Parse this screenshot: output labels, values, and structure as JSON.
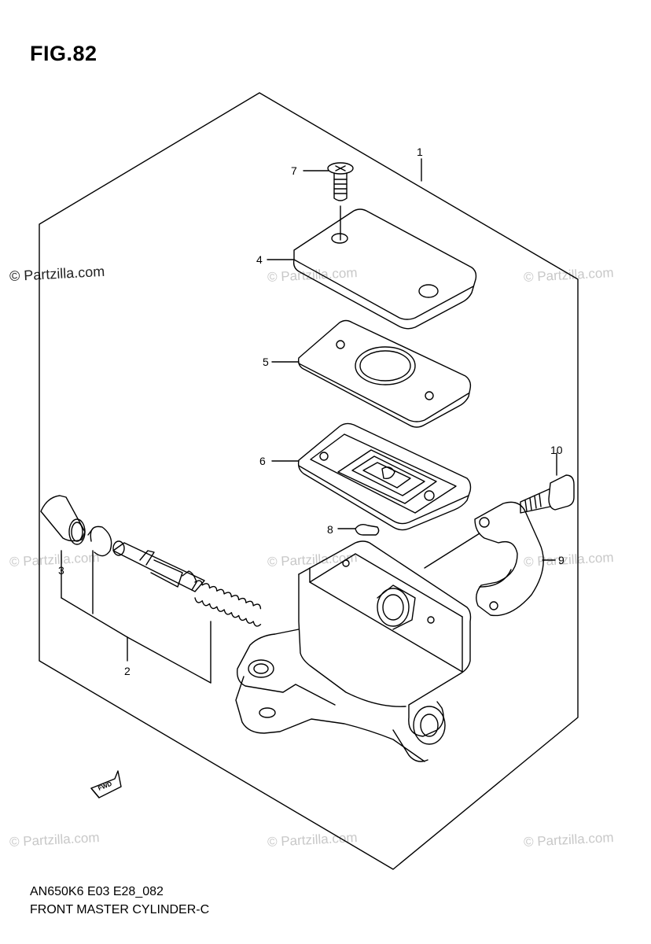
{
  "figure": {
    "title": "FIG.82"
  },
  "footer": {
    "model_code": "AN650K6 E03 E28_082",
    "part_name": "FRONT MASTER CYLINDER-C"
  },
  "watermark": {
    "text": "© Partzilla.com"
  },
  "callouts": [
    {
      "id": "1",
      "label": "1"
    },
    {
      "id": "2",
      "label": "2"
    },
    {
      "id": "3",
      "label": "3"
    },
    {
      "id": "4",
      "label": "4"
    },
    {
      "id": "5",
      "label": "5"
    },
    {
      "id": "6",
      "label": "6"
    },
    {
      "id": "7",
      "label": "7"
    },
    {
      "id": "8",
      "label": "8"
    },
    {
      "id": "9",
      "label": "9"
    },
    {
      "id": "10",
      "label": "10"
    }
  ],
  "fwd_arrow": {
    "label": "FWD"
  },
  "colors": {
    "line": "#000000",
    "watermark": "#c8c8c8",
    "background": "#ffffff"
  }
}
